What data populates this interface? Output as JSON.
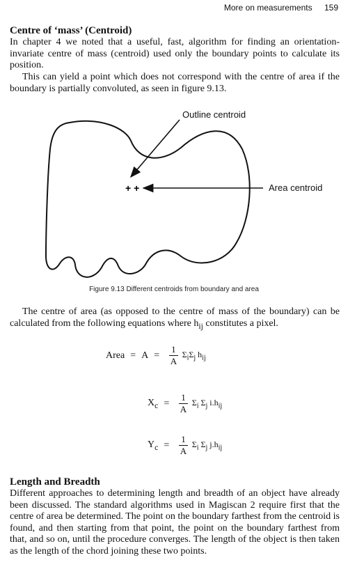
{
  "header": {
    "running_title": "More on measurements",
    "page_number": "159"
  },
  "section1": {
    "heading": "Centre of ‘mass’ (Centroid)",
    "para1": "In chapter 4 we noted that a useful, fast, algorithm for finding an orientation-invariate centre of mass (centroid) used only the boundary points to calculate its position.",
    "para2": "This can yield a point which does not correspond with the centre of area if the boundary is partially convoluted, as seen in figure 9.13."
  },
  "figure": {
    "label_outline": "Outline centroid",
    "label_area": "Area centroid",
    "markers": "+ +",
    "caption": "Figure 9.13 Different centroids from boundary and area"
  },
  "para3": "The centre of area (as opposed to the centre of mass of the boundary) can be calculated from the following equations where h",
  "para3_sub": "ij",
  "para3_end": " constitutes a pixel.",
  "equations": {
    "eq1": {
      "lhs": "Area",
      "mid": "A",
      "num": "1",
      "den": "A",
      "rhs": "Σ",
      "rhs_sub1": "i",
      "rhs2": "Σ",
      "rhs_sub2": "j",
      "rhs3": " h",
      "rhs_sub3": "ij"
    },
    "eq2": {
      "lhs": "X",
      "lhs_sub": "c",
      "num": "1",
      "den": "A",
      "rhs": "Σ",
      "rhs_sub1": "i",
      "rhs2": " Σ",
      "rhs_sub2": "j",
      "rhs3": " i.h",
      "rhs_sub3": "ij"
    },
    "eq3": {
      "lhs": "Y",
      "lhs_sub": "c",
      "num": "1",
      "den": "A",
      "rhs": "Σ",
      "rhs_sub1": "i",
      "rhs2": " Σ",
      "rhs_sub2": "j",
      "rhs3": " j.h",
      "rhs_sub3": "ij"
    }
  },
  "section2": {
    "heading": "Length and Breadth",
    "para": "Different approaches to determining length and breadth of an object have already been discussed. The standard algorithms used in Magiscan 2 require first that the centre of area be determined. The point on the boundary farthest from the centroid is found, and then starting from that point, the point on the boundary farthest from that, and so on, until the procedure converges. The length of the object is then taken as the length of the chord joining these two points."
  }
}
